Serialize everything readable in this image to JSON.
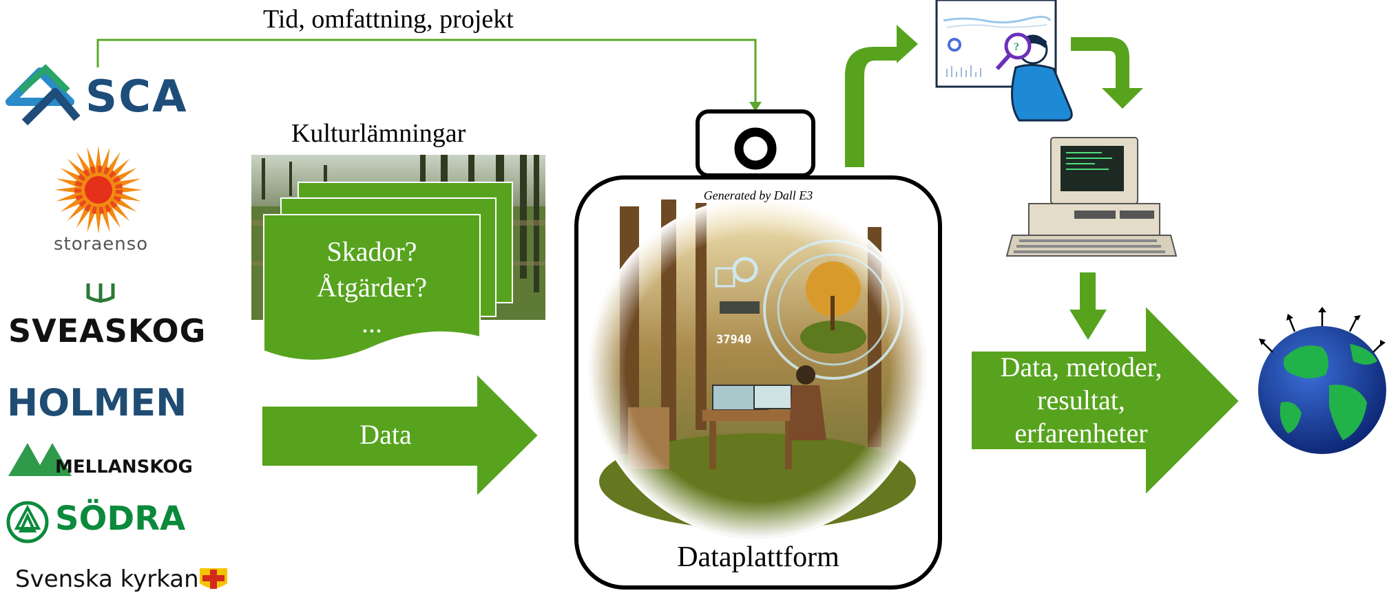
{
  "top_link": {
    "label": "Tid, omfattning, projekt"
  },
  "logos": {
    "sca": "SCA",
    "storaenso": "storaenso",
    "sveaskog": "SVEASKOG",
    "holmen": "HOLMEN",
    "mellanskog": "MELLANSKOG",
    "sodra": "SÖDRA",
    "svenska_kyrkan": "Svenska kyrkan"
  },
  "kultur": {
    "title": "Kulturlämningar",
    "card_lines": [
      "Skador?",
      "Åtgärder?",
      "..."
    ]
  },
  "data_arrow": {
    "label": "Data"
  },
  "platform": {
    "caption": "Generated by Dall E3",
    "label": "Dataplattform",
    "hud_number": "37940"
  },
  "output_arrow": {
    "lines": [
      "Data, metoder,",
      "resultat,",
      "erfarenheter"
    ]
  },
  "colors": {
    "green": "#57a31e",
    "green_dark": "#3c7a12",
    "line_green": "#5aa829",
    "sca_blue": "#1e4d7a",
    "holmen_blue": "#1f4c73",
    "sveaskog_green": "#2a7a35",
    "sodra_green": "#0b8a3c",
    "black": "#000000"
  }
}
